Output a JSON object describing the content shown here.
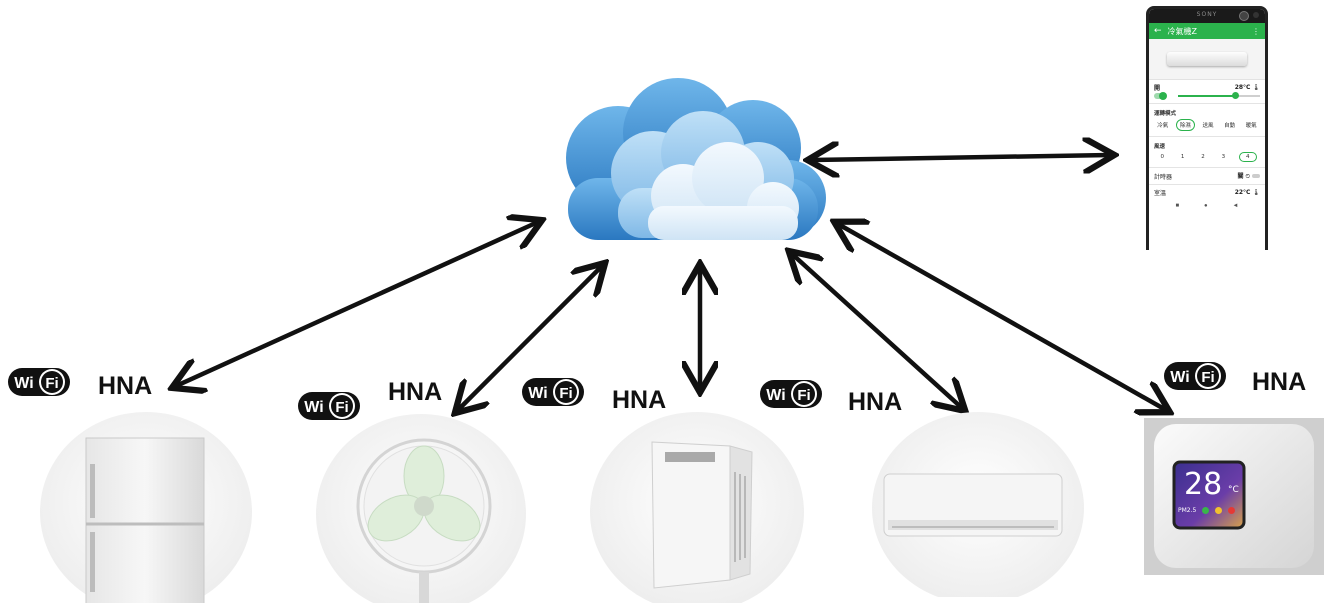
{
  "diagram": {
    "hub_label": "",
    "devices": [
      {
        "name": "refrigerator",
        "protocol": "HNA"
      },
      {
        "name": "fan",
        "protocol": "HNA"
      },
      {
        "name": "air-purifier",
        "protocol": "HNA"
      },
      {
        "name": "air-conditioner",
        "protocol": "HNA"
      },
      {
        "name": "thermostat",
        "protocol": "HNA"
      }
    ],
    "wifi_text": "Wi Fi",
    "thermostat_display": "28",
    "thermostat_unit": "°C",
    "thermostat_small": "PM2.5"
  },
  "phone": {
    "brand": "SONY",
    "title": "冷氣機Z",
    "power_label": "開",
    "set_temp": "28°C",
    "mode_label": "運轉模式",
    "modes": [
      "冷氣",
      "除濕",
      "送風",
      "自動",
      "暖氣"
    ],
    "selected_mode": 1,
    "fan_label": "風速",
    "fan_speeds": [
      "0",
      "1",
      "2",
      "3",
      "4"
    ],
    "selected_fan": 4,
    "timer_label": "計時器",
    "timer_value": "關",
    "room_label": "室溫",
    "room_temp": "22°C",
    "nav_icons": [
      "■",
      "●",
      "◄"
    ]
  },
  "colors": {
    "accent": "#2bb24c",
    "arrow": "#111111",
    "cloud_dark": "#3d8fd1",
    "cloud_light": "#cfe4f5"
  }
}
